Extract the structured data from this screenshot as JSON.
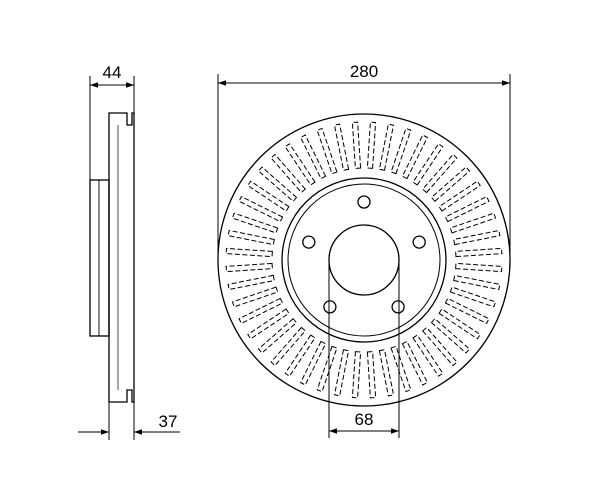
{
  "dimensions": {
    "outer_diameter": "280",
    "overall_height": "44",
    "thickness": "37",
    "center_bore": "68"
  },
  "drawing": {
    "bolt_holes": 5,
    "vanes": 48,
    "line_color": "#000000",
    "background": "#ffffff"
  }
}
